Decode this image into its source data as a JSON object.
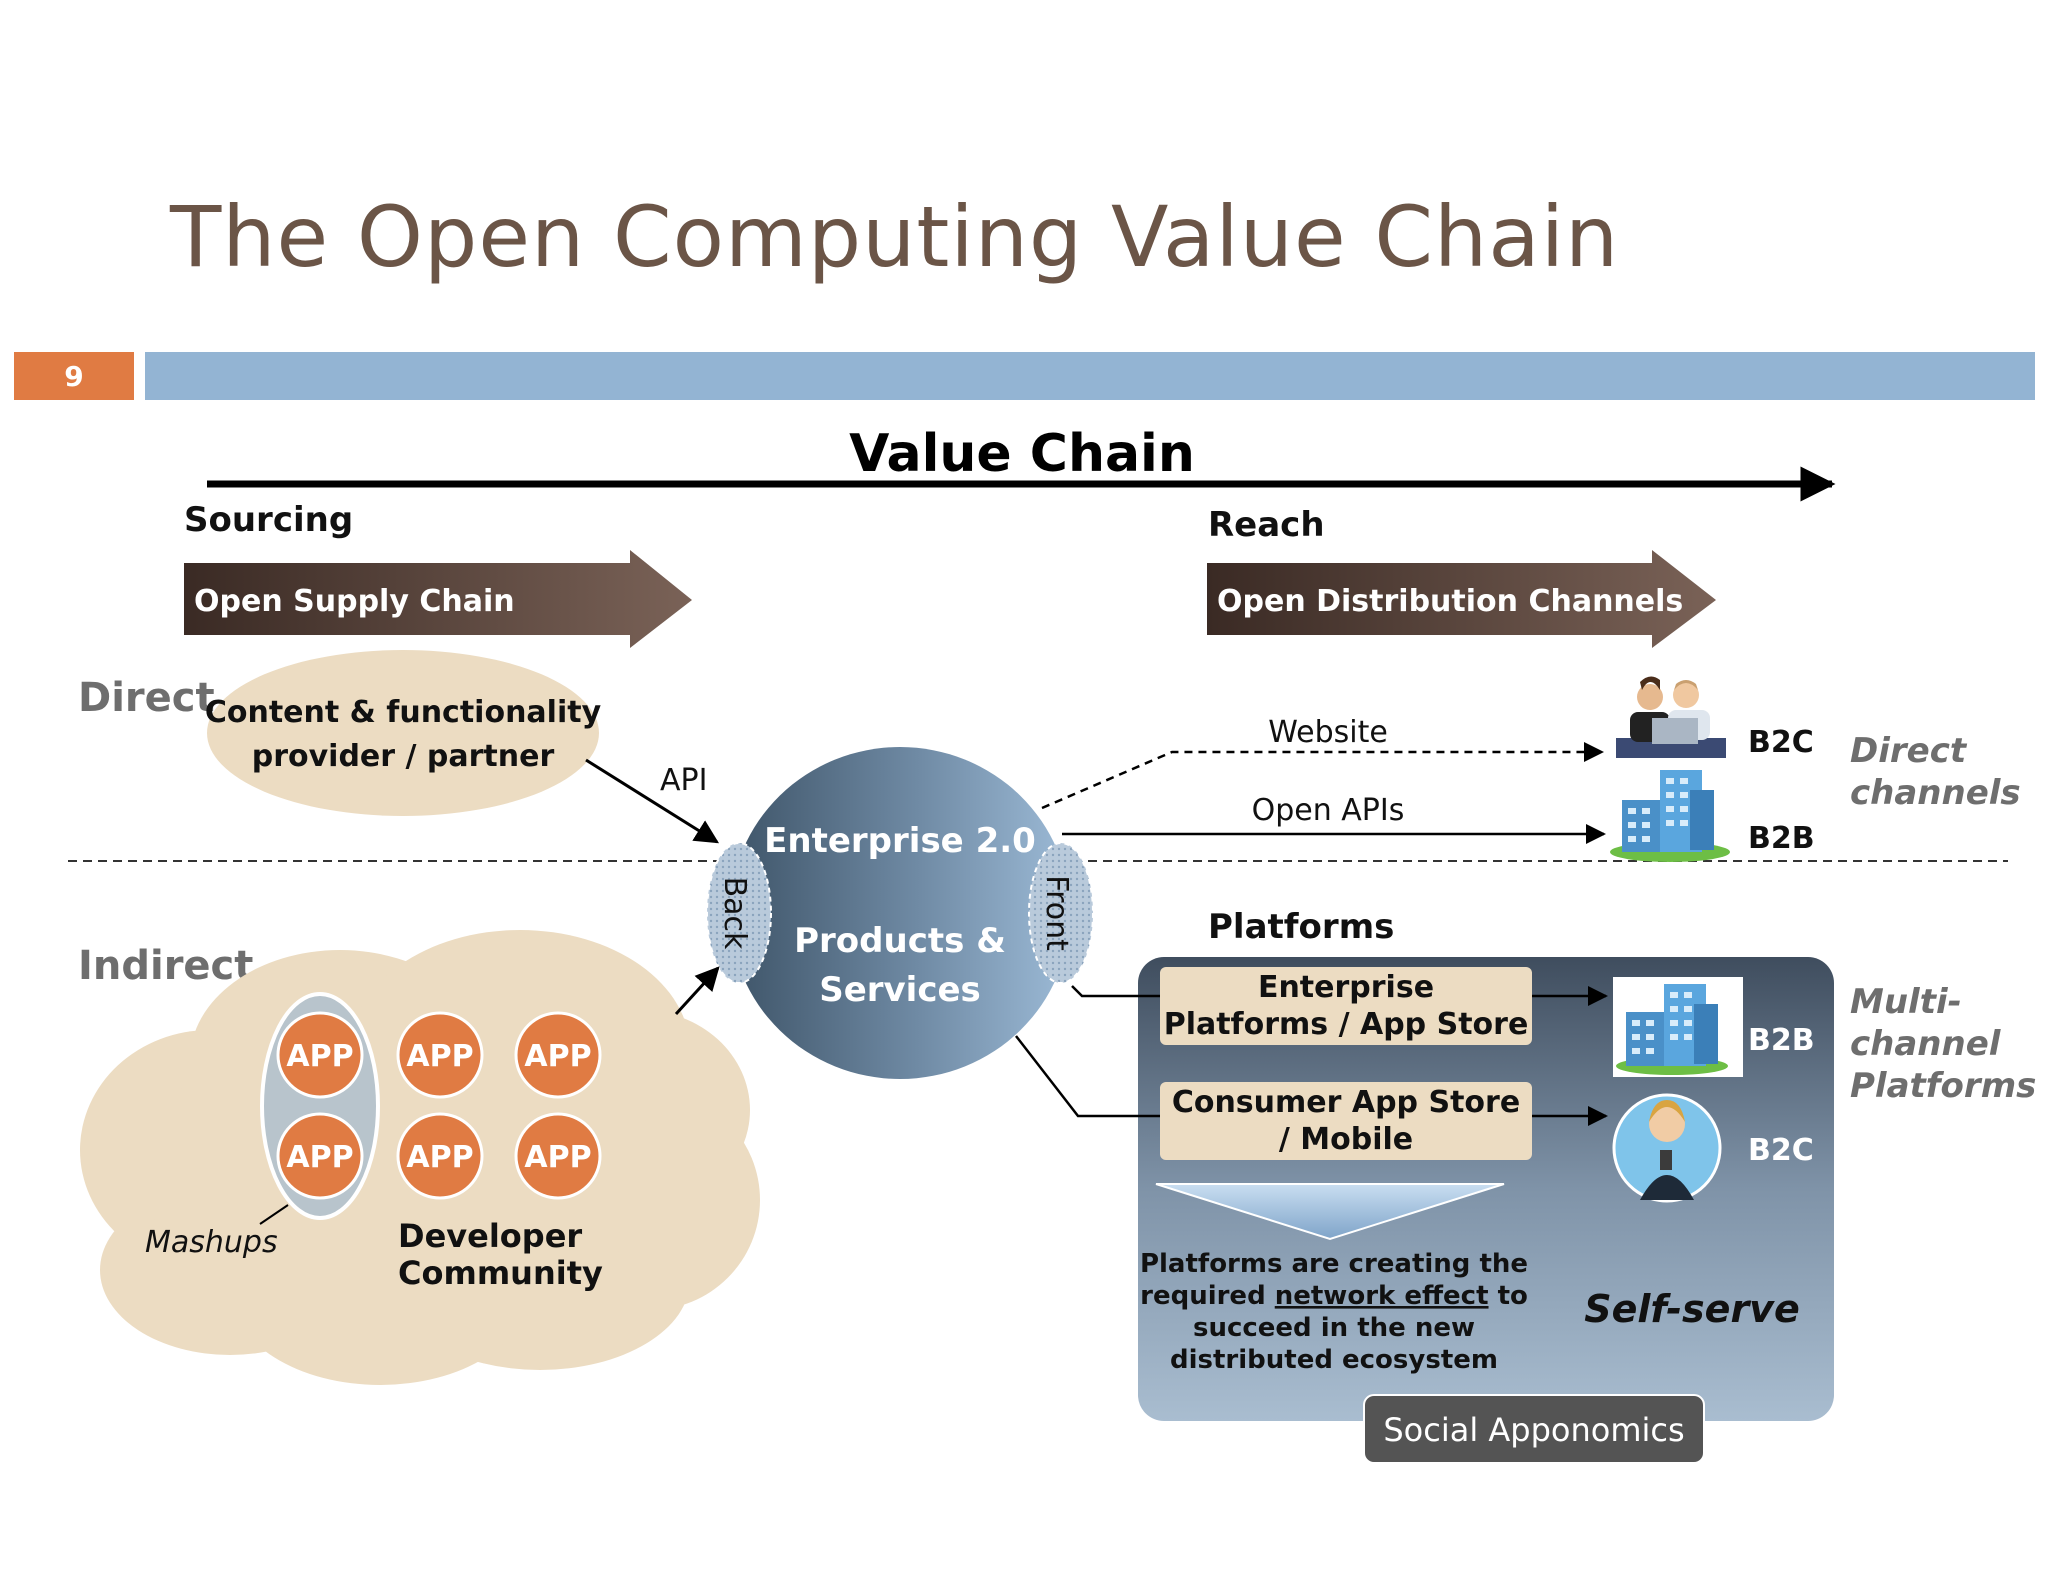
{
  "slide": {
    "title": "The Open Computing Value Chain",
    "page_number": "9"
  },
  "header": {
    "value_chain": "Value Chain",
    "sourcing": "Sourcing",
    "reach": "Reach",
    "supply_arrow": "Open Supply Chain",
    "distribution_arrow": "Open Distribution Channels"
  },
  "rows": {
    "direct": "Direct",
    "indirect": "Indirect"
  },
  "provider": {
    "line1": "Content & functionality",
    "line2": "provider / partner"
  },
  "api_label": "API",
  "enterprise": {
    "title": "Enterprise 2.0",
    "line1": "Products &",
    "line2": "Services",
    "back": "Back",
    "front": "Front"
  },
  "apps": {
    "label": "APP",
    "mashups": "Mashups",
    "community_line1": "Developer",
    "community_line2": "Community"
  },
  "direct_channels": {
    "website": "Website",
    "open_apis": "Open APIs",
    "b2c": "B2C",
    "b2b": "B2B",
    "side_line1": "Direct",
    "side_line2": "channels"
  },
  "platforms": {
    "heading": "Platforms",
    "enterprise_line1": "Enterprise",
    "enterprise_line2": "Platforms / App Store",
    "consumer_line1": "Consumer App Store",
    "consumer_line2": "/ Mobile",
    "b2b": "B2B",
    "b2c": "B2C",
    "note_line1": "Platforms are creating the",
    "note_line2a": "required ",
    "note_line2b": "network effect",
    "note_line2c": " to",
    "note_line3": "succeed in the new",
    "note_line4": "distributed ecosystem",
    "self_serve": "Self-serve",
    "social": "Social Apponomics",
    "side_line1": "Multi-",
    "side_line2": "channel",
    "side_line3": "Platforms"
  },
  "colors": {
    "title": "#6b5547",
    "accent_orange": "#e07b43",
    "bar_blue": "#93b4d3",
    "beige": "#ecdcc2",
    "arrow_dark": "#3a2a24",
    "arrow_light": "#7a6257"
  }
}
